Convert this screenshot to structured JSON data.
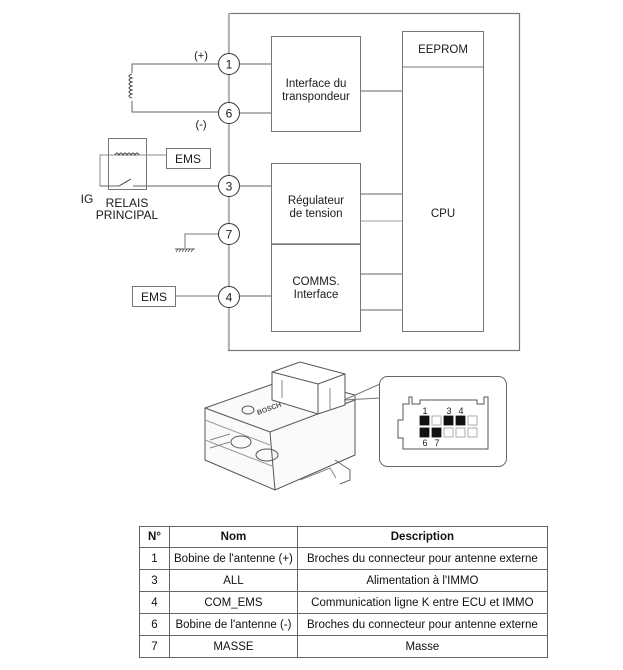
{
  "schematic": {
    "polarity_plus": "(+)",
    "polarity_minus": "(-)",
    "pins": [
      "1",
      "6",
      "3",
      "7",
      "4"
    ],
    "blocks": {
      "transponder_interface": [
        "Interface du",
        "transpondeur"
      ],
      "eeprom": "EEPROM",
      "cpu": "CPU",
      "voltage_regulator": [
        "Régulateur",
        "de tension"
      ],
      "comms_interface": [
        "COMMS.",
        "Interface"
      ]
    },
    "external": {
      "ems_relay": "EMS",
      "ems_comms": "EMS",
      "ig": "IG",
      "main_relay": [
        "RELAIS",
        "PRINCIPAL"
      ]
    }
  },
  "connector": {
    "pin_labels_top": [
      "1",
      "3",
      "4"
    ],
    "pin_labels_bottom": [
      "6",
      "7"
    ],
    "top_row_filled": [
      true,
      false,
      true,
      true,
      false
    ],
    "bottom_row_filled": [
      true,
      true,
      false,
      false,
      false
    ]
  },
  "table": {
    "headers": [
      "N°",
      "Nom",
      "Description"
    ],
    "rows": [
      [
        "1",
        "Bobine de l'antenne (+)",
        "Broches du connecteur pour antenne externe"
      ],
      [
        "3",
        "ALL",
        "Alimentation à l'IMMO"
      ],
      [
        "4",
        "COM_EMS",
        "Communication ligne K entre ECU et IMMO"
      ],
      [
        "6",
        "Bobine de l'antenne (-)",
        "Broches du connecteur pour antenne externe"
      ],
      [
        "7",
        "MASSE",
        "Masse"
      ]
    ]
  }
}
